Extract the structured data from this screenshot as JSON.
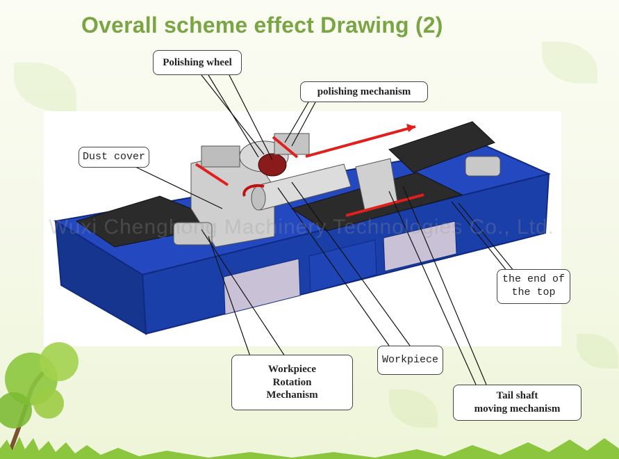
{
  "title": "Overall scheme effect Drawing (2)",
  "watermark": "Wuxi Chenghong Machinery Technologies Co., Ltd.",
  "labels": {
    "polishing_wheel": "Polishing wheel",
    "polishing_mechanism": "polishing mechanism",
    "dust_cover": "Dust cover",
    "end_of_top_line1": "the end of",
    "end_of_top_line2": "the top",
    "workpiece": "Workpiece",
    "rotation_line1": "Workpiece",
    "rotation_line2": "Rotation",
    "rotation_line3": "Mechanism",
    "tail_line1": "Tail shaft",
    "tail_line2": "moving mechanism"
  },
  "colors": {
    "title": "#7aa545",
    "frame_blue": "#1b3fa8",
    "guide_black": "#2b2b2b",
    "machine_grey": "#c8c8c8",
    "arrow_red": "#e0201c",
    "wheel_red": "#8b1a1a"
  }
}
